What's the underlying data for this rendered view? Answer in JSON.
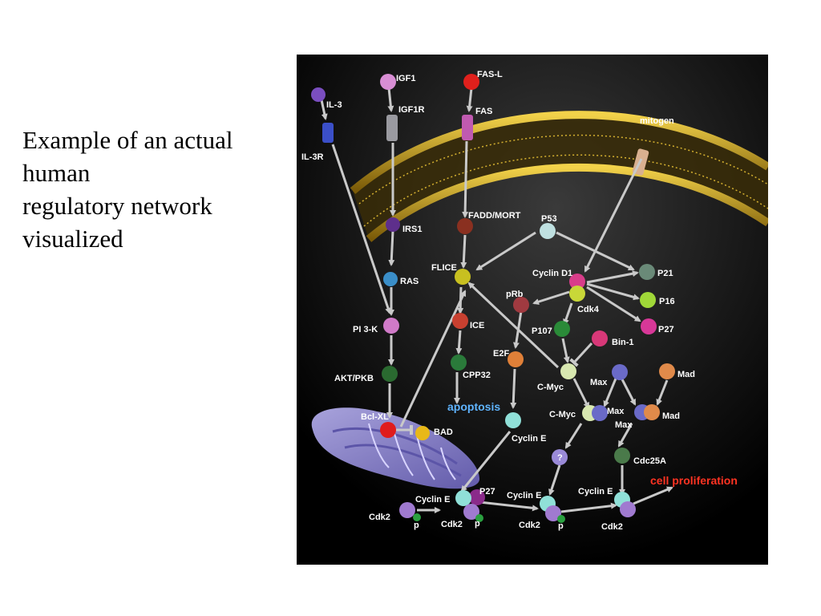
{
  "caption": [
    "Example of an actual",
    "human",
    "regulatory network",
    "visualized"
  ],
  "labels": {
    "il3": "IL-3",
    "il3r": "IL-3R",
    "igf1": "IGF1",
    "igf1r": "IGF1R",
    "fasl": "FAS-L",
    "fas": "FAS",
    "mitogen": "mitogen",
    "irs1": "IRS1",
    "fadd": "FADD/MORT",
    "p53": "P53",
    "ras": "RAS",
    "flice": "FLICE",
    "cyclind1": "Cyclin D1",
    "p21": "P21",
    "prb": "pRb",
    "cdk4": "Cdk4",
    "p16": "P16",
    "pi3k": "PI 3-K",
    "ice": "ICE",
    "p107": "P107",
    "p27a": "P27",
    "bin1": "Bin-1",
    "e2f": "E2F",
    "aktpkb": "AKT/PKB",
    "cpp32": "CPP32",
    "cmyc1": "C-Myc",
    "max1": "Max",
    "mad1": "Mad",
    "apoptosis": "apoptosis",
    "bclxl": "Bcl-XL",
    "bad": "BAD",
    "cmyc2": "C-Myc",
    "max2": "Max",
    "max3": "Max",
    "mad2": "Mad",
    "cycline1": "Cyclin E",
    "question": "?",
    "cdc25a": "Cdc25A",
    "prolif": "cell proliferation",
    "p27b": "P27",
    "cycline2": "Cyclin E",
    "cycline3": "Cyclin E",
    "cycline4": "Cyclin E",
    "cdk2a": "Cdk2",
    "pa": "p",
    "cdk2b": "Cdk2",
    "pb": "p",
    "cdk2c": "Cdk2",
    "pc": "p",
    "cdk2d": "Cdk2"
  },
  "colors": {
    "membrane": "#c8a020",
    "mitochondrion": "#8f87d6",
    "edge": "#c9c9c9",
    "apoptosis": "#5fb4ff",
    "proliferation": "#ff3322"
  }
}
